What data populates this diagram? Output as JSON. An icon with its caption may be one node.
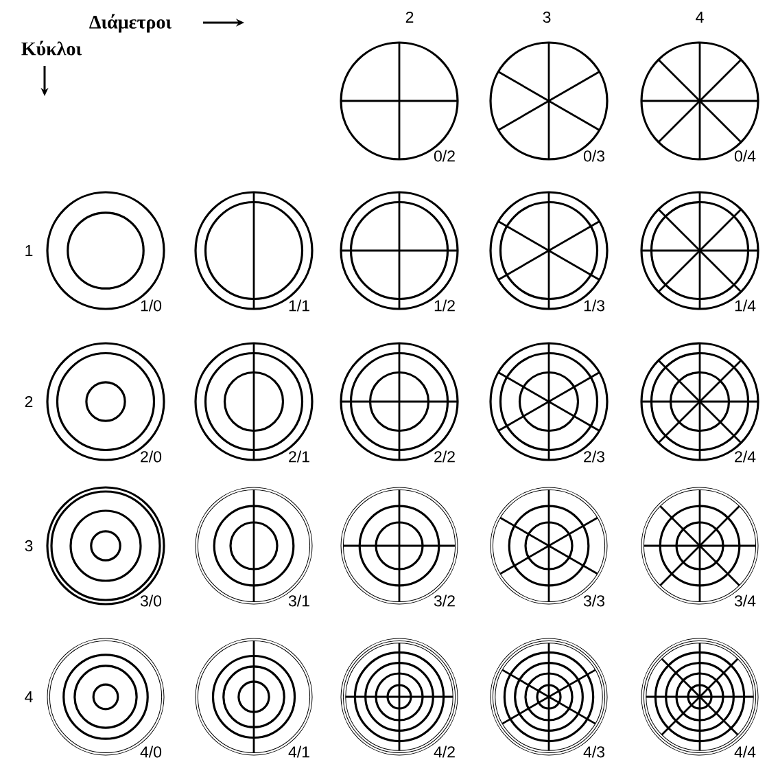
{
  "diagram": {
    "nodes": [
      {
        "text": [],
        "shape": "circle",
        "beside": [
          "0/2"
        ]
      },
      {
        "text": [],
        "shape": "circle",
        "beside": [
          "0/3"
        ]
      },
      {
        "text": [],
        "shape": "circle",
        "beside": [
          "0/4"
        ]
      },
      {
        "text": [],
        "shape": "circle",
        "beside": [
          "1/0"
        ]
      },
      {
        "text": [],
        "shape": "circle",
        "beside": [
          "1/1"
        ]
      },
      {
        "text": [],
        "shape": "circle",
        "beside": [
          "1/2"
        ]
      },
      {
        "text": [],
        "shape": "circle",
        "beside": [
          "1/3"
        ]
      },
      {
        "text": [],
        "shape": "circle",
        "beside": [
          "1/4"
        ]
      },
      {
        "text": [],
        "shape": "circle",
        "beside": [
          "2/0"
        ]
      },
      {
        "text": [],
        "shape": "circle",
        "beside": [
          "2/1"
        ]
      },
      {
        "text": [],
        "shape": "circle",
        "beside": [
          "2/2"
        ]
      },
      {
        "text": [],
        "shape": "circle",
        "beside": [
          "2/3"
        ]
      },
      {
        "text": [],
        "shape": "circle",
        "beside": [
          "2/4"
        ]
      },
      {
        "text": [],
        "shape": "circle",
        "beside": [
          "3/0"
        ]
      },
      {
        "text": [],
        "shape": "circle",
        "beside": [
          "3/1"
        ]
      },
      {
        "text": [],
        "shape": "circle",
        "beside": [
          "3/2"
        ]
      },
      {
        "text": [],
        "shape": "circle",
        "beside": [
          "3/3"
        ]
      },
      {
        "text": [],
        "shape": "circle",
        "beside": [
          "3/4"
        ]
      },
      {
        "text": [],
        "shape": "circle",
        "beside": [
          "4/0"
        ]
      },
      {
        "text": [],
        "shape": "circle",
        "beside": [
          "4/1"
        ]
      },
      {
        "text": [],
        "shape": "circle",
        "beside": [
          "4/2"
        ]
      },
      {
        "text": [],
        "shape": "circle",
        "beside": [
          "4/3"
        ]
      },
      {
        "text": [],
        "shape": "circle",
        "beside": [
          "4/4"
        ]
      }
    ],
    "labels": [
      "Διάμετροι",
      "Κύκλοι",
      "2",
      "3",
      "4",
      "1",
      "2",
      "3",
      "4"
    ]
  }
}
